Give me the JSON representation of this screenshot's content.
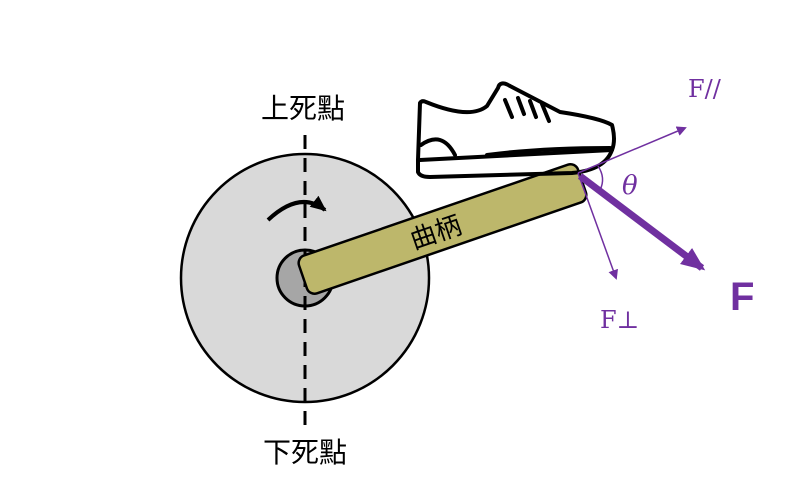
{
  "diagram": {
    "labels": {
      "top_dead_center": "上死點",
      "bottom_dead_center": "下死點",
      "crank": "曲柄",
      "force": "F",
      "force_parallel": "F//",
      "force_perpendicular": "F⊥",
      "angle": "θ"
    },
    "colors": {
      "wheel_fill": "#d9d9d9",
      "hub_fill": "#a6a6a6",
      "crank_fill": "#bdb76b",
      "force_color": "#7030a0",
      "outline": "#000000"
    }
  }
}
